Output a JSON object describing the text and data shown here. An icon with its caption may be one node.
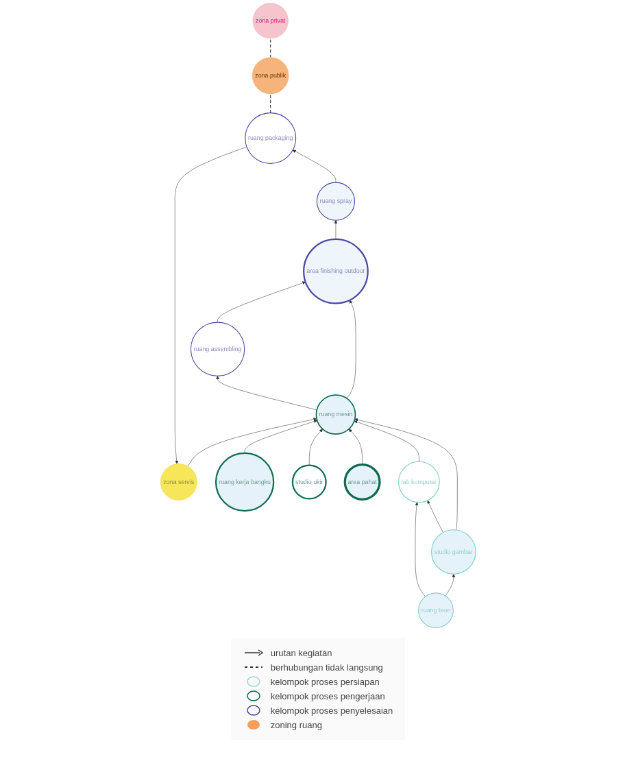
{
  "diagram": {
    "nodes": [
      {
        "text": [
          "zona servis"
        ]
      },
      {
        "text": [
          "ruang packaging"
        ]
      },
      {
        "text": [
          "ruang spray"
        ]
      },
      {
        "text": [
          "area finishing outdoor"
        ]
      },
      {
        "text": [
          "ruang assembling"
        ]
      },
      {
        "text": [
          "zona privat"
        ]
      },
      {
        "text": [
          "ruang kerja bangku"
        ]
      },
      {
        "text": [
          "ruang mesin"
        ]
      },
      {
        "text": [
          "studio ukir"
        ]
      },
      {
        "text": [
          "area pahat"
        ]
      },
      {
        "text": [
          "ruang teori"
        ]
      },
      {
        "text": [
          "studio gambar"
        ]
      },
      {
        "text": [
          "lab komputer"
        ]
      },
      {
        "text": [
          "zona publik"
        ]
      }
    ],
    "edges": [
      {
        "from": 1,
        "to": 0,
        "arrow": "to"
      },
      {
        "from": 2,
        "to": 1,
        "arrow": "to"
      },
      {
        "from": 3,
        "to": 2,
        "arrow": "to"
      },
      {
        "from": 4,
        "to": 3,
        "arrow": "to"
      },
      {
        "from": 7,
        "to": 3,
        "arrow": "to"
      },
      {
        "from": 7,
        "to": 4,
        "arrow": "to"
      },
      {
        "from": 0,
        "to": 7,
        "arrow": "to"
      },
      {
        "from": 6,
        "to": 7,
        "arrow": "to"
      },
      {
        "from": 8,
        "to": 7,
        "arrow": "to"
      },
      {
        "from": 9,
        "to": 7,
        "arrow": "to"
      },
      {
        "from": 11,
        "to": 7,
        "arrow": "to"
      },
      {
        "from": 12,
        "to": 7,
        "arrow": "to"
      },
      {
        "from": 10,
        "to": 11,
        "arrow": "to"
      },
      {
        "from": 11,
        "to": 12,
        "arrow": "to"
      },
      {
        "from": 10,
        "to": 12,
        "arrow": "to"
      },
      {
        "from": 1,
        "to": 13,
        "arrow": "none",
        "style": "dashed"
      },
      {
        "from": 13,
        "to": 5,
        "arrow": "none",
        "style": "dashed"
      }
    ],
    "legend": [
      {
        "text": "urutan kegiatan"
      },
      {
        "text": "berhubungan tidak langsung"
      },
      {
        "text": "kelompok proses persiapan"
      },
      {
        "text": "kelompok proses pengerjaan"
      },
      {
        "text": "kelompok proses penyelesaian"
      },
      {
        "text": "zoning ruang",
        "color": "#f5a05a"
      }
    ]
  }
}
